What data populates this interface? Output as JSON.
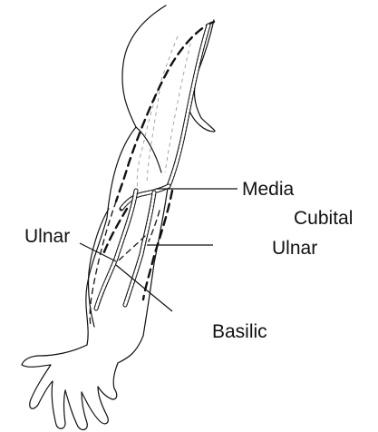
{
  "labels": {
    "media": "Media",
    "cubital": "Cubital",
    "ulnar_left": "Ulnar",
    "ulnar_right": "Ulnar",
    "basilic": "Basilic"
  },
  "colors": {
    "line": "#111111",
    "background": "#ffffff"
  }
}
